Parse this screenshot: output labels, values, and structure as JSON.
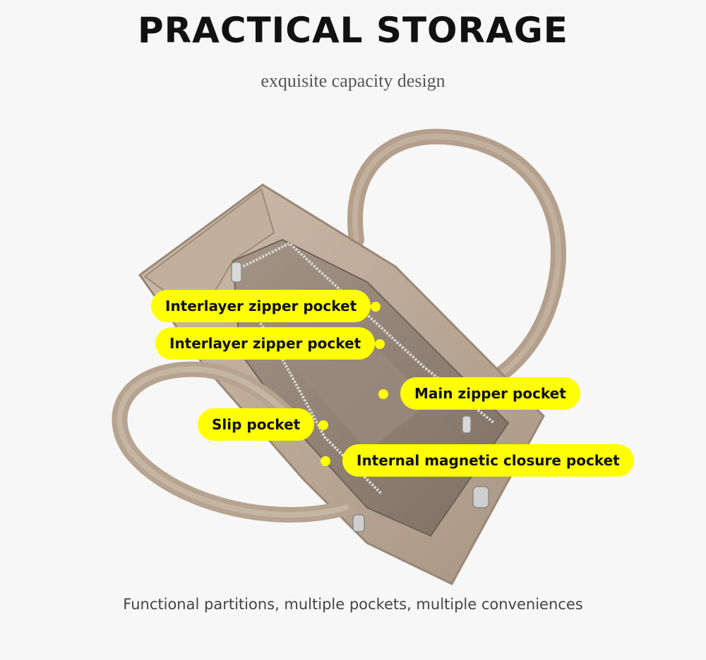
{
  "header": {
    "title": "PRACTICAL STORAGE",
    "subtitle": "exquisite capacity design"
  },
  "callouts": [
    {
      "label": "Interlayer zipper pocket"
    },
    {
      "label": "Interlayer zipper pocket"
    },
    {
      "label": "Main zipper pocket"
    },
    {
      "label": "Slip pocket"
    },
    {
      "label": "Internal magnetic closure pocket"
    }
  ],
  "footer": {
    "caption": "Functional partitions, multiple pockets, multiple conveniences"
  },
  "colors": {
    "background": "#f7f7f7",
    "label_highlight": "#ffff00",
    "bag_leather": "#b8a594",
    "bag_lining": "#8f8074"
  }
}
